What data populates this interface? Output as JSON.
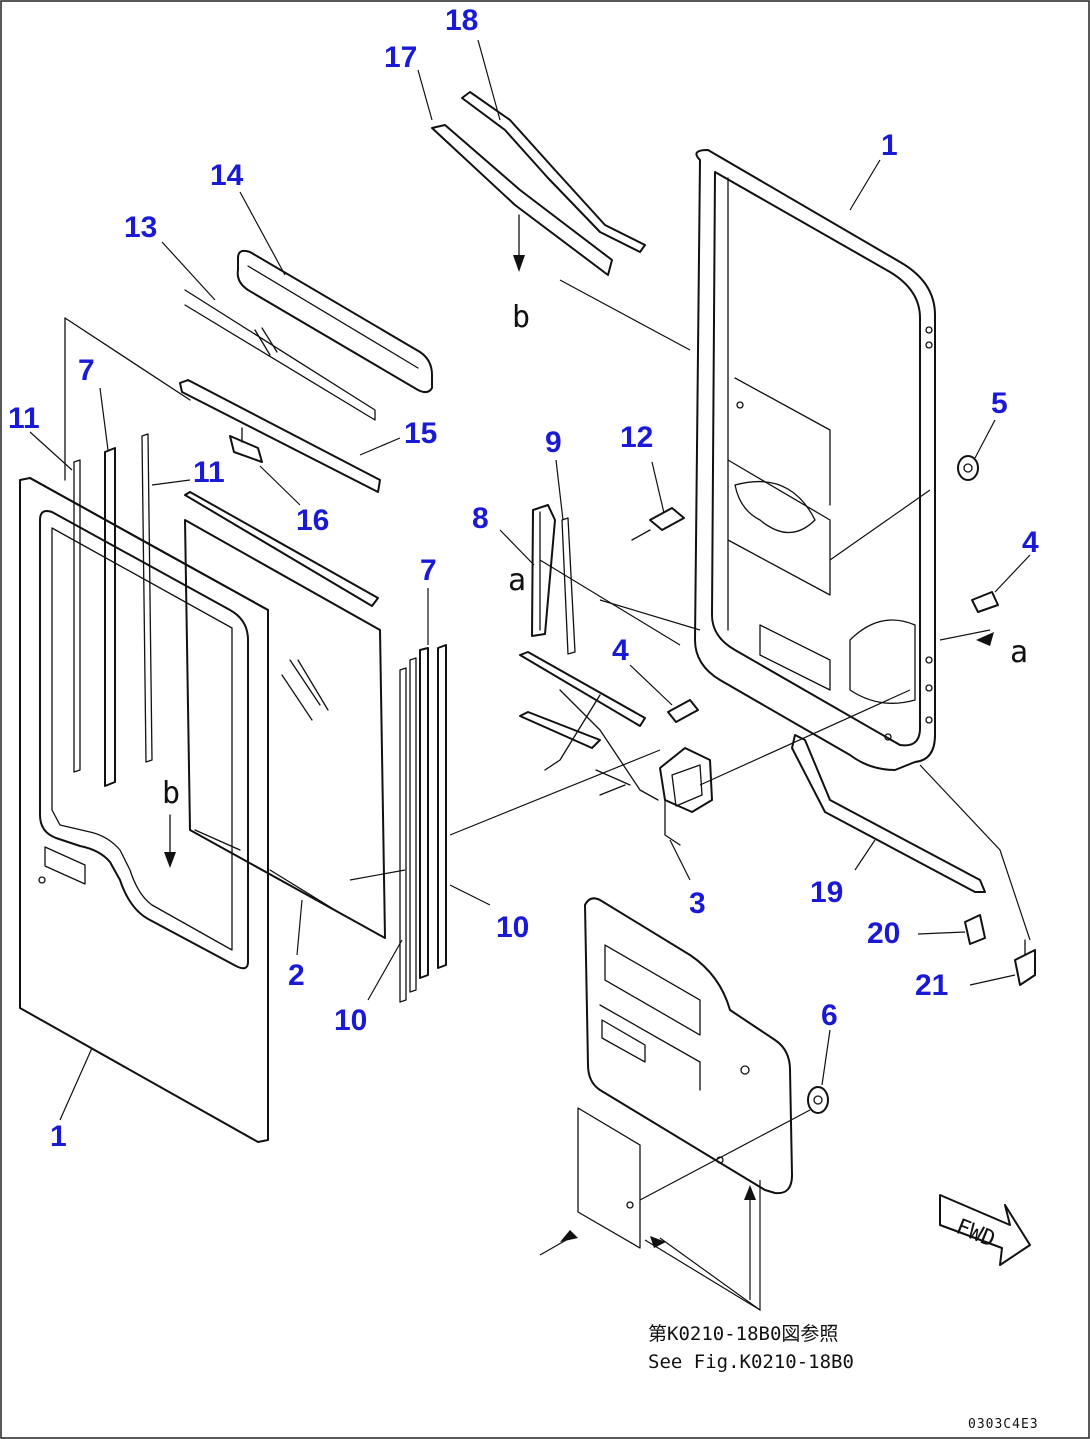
{
  "callouts": {
    "c1a": "1",
    "c1b": "1",
    "c2": "2",
    "c3": "3",
    "c4a": "4",
    "c4b": "4",
    "c5": "5",
    "c6": "6",
    "c7a": "7",
    "c7b": "7",
    "c8": "8",
    "c9": "9",
    "c10a": "10",
    "c10b": "10",
    "c11a": "11",
    "c11b": "11",
    "c12": "12",
    "c13": "13",
    "c14": "14",
    "c15": "15",
    "c16": "16",
    "c17": "17",
    "c18": "18",
    "c19": "19",
    "c20": "20",
    "c21": "21"
  },
  "view_markers": {
    "a_right": "a",
    "a_bottom": "a",
    "b_top": "b",
    "b_left": "b"
  },
  "reference_note": {
    "japanese": "第K0210-18B0図参照",
    "english": "See Fig.K0210-18B0"
  },
  "fwd_label": "FWD",
  "drawing_code": "0303C4E3"
}
